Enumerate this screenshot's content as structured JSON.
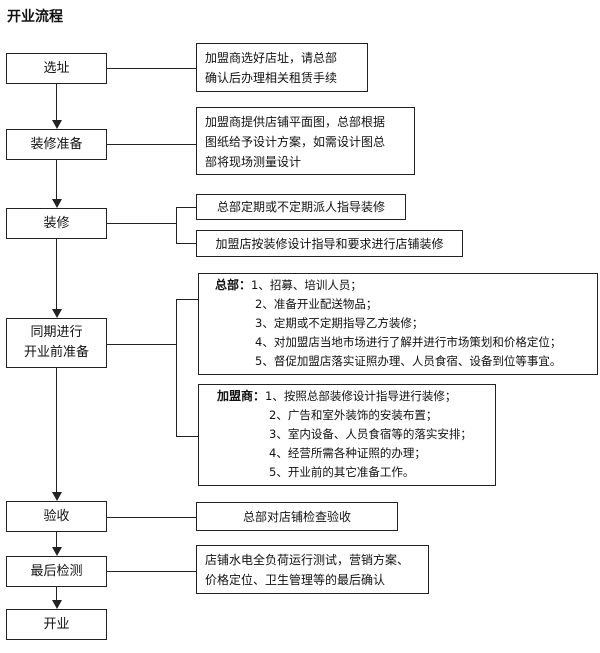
{
  "title": "开业流程",
  "steps": {
    "s1": "选址",
    "s2": "装修准备",
    "s3": "装修",
    "s4a": "同期进行",
    "s4b": "开业前准备",
    "s5": "验收",
    "s6": "最后检测",
    "s7": "开业"
  },
  "notes": {
    "n1": [
      "加盟商选好店址，请总部",
      "确认后办理相关租赁手续"
    ],
    "n2": [
      "加盟商提供店铺平面图，总部根据",
      "图纸给予设计方案，如需设计图总",
      "部将现场测量设计"
    ],
    "n3a": "总部定期或不定期派人指导装修",
    "n3b": "加盟店按装修设计指导和要求进行店铺装修",
    "n5": "总部对店铺检查验收",
    "n6": [
      "店铺水电全负荷运行测试，营销方案、",
      "价格定位、卫生管理等的最后确认"
    ]
  },
  "hq": {
    "label": "总部：",
    "items": [
      "1、招募、培训人员；",
      "2、准备开业配送物品；",
      "3、定期或不定期指导乙方装修；",
      "4、对加盟店当地市场进行了解并进行市场策划和价格定位；",
      "5、督促加盟店落实证照办理、人员食宿、设备到位等事宜。"
    ]
  },
  "franchisee": {
    "label": "加盟商：",
    "items": [
      "1、按照总部装修设计指导进行装修；",
      "2、广告和室外装饰的安装布置；",
      "3、室内设备、人员食宿等的落实安排；",
      "4、经营所需各种证照的办理；",
      "5、开业前的其它准备工作。"
    ]
  }
}
